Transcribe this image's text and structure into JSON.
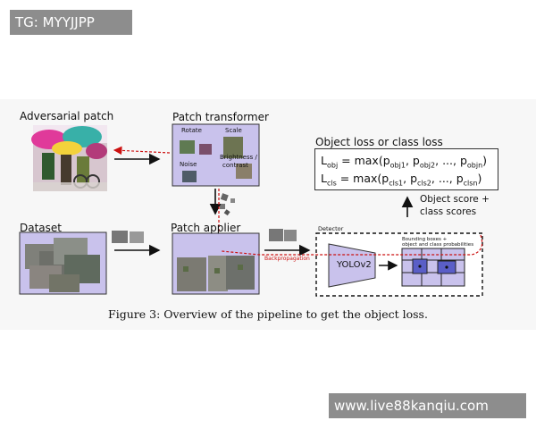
{
  "watermarks": {
    "top": "TG: MYYJJPP",
    "bottom": "www.live88kanqiu.com"
  },
  "diagram": {
    "adversarial_patch": "Adversarial patch",
    "patch_transformer": "Patch transformer",
    "transform_rotate": "Rotate",
    "transform_scale": "Scale",
    "transform_noise": "Noise",
    "transform_brightness": "Brightness /",
    "transform_contrast": "contrast",
    "dataset": "Dataset",
    "patch_applier": "Patch applier",
    "detector": "Detector",
    "yolo": "YOLOv2",
    "bbox_line1": "Bounding boxes +",
    "bbox_line2": "object and class probabilities",
    "backprop": "Backpropagation",
    "loss_title": "Object loss or class loss",
    "score_line1": "Object score +",
    "score_line2": "class scores"
  },
  "formula": {
    "obj": {
      "L": "L",
      "sub": "obj",
      "eq": " = max(p",
      "s1": "obj1",
      "m1": ", p",
      "s2": "obj2",
      "m2": ", ..., p",
      "s3": "objn",
      "end": ")"
    },
    "cls": {
      "L": "L",
      "sub": "cls",
      "eq": " = max(p",
      "s1": "cls1",
      "m1": ", p",
      "s2": "cls2",
      "m2": ", ..., p",
      "s3": "clsn",
      "end": ")"
    }
  },
  "caption": "Figure 3: Overview of the pipeline to get the object loss.",
  "colors": {
    "panel": "#c9c2ec",
    "backprop": "#cc1111",
    "figure_bg": "#f7f7f7",
    "watermark": "#8d8d8d"
  }
}
